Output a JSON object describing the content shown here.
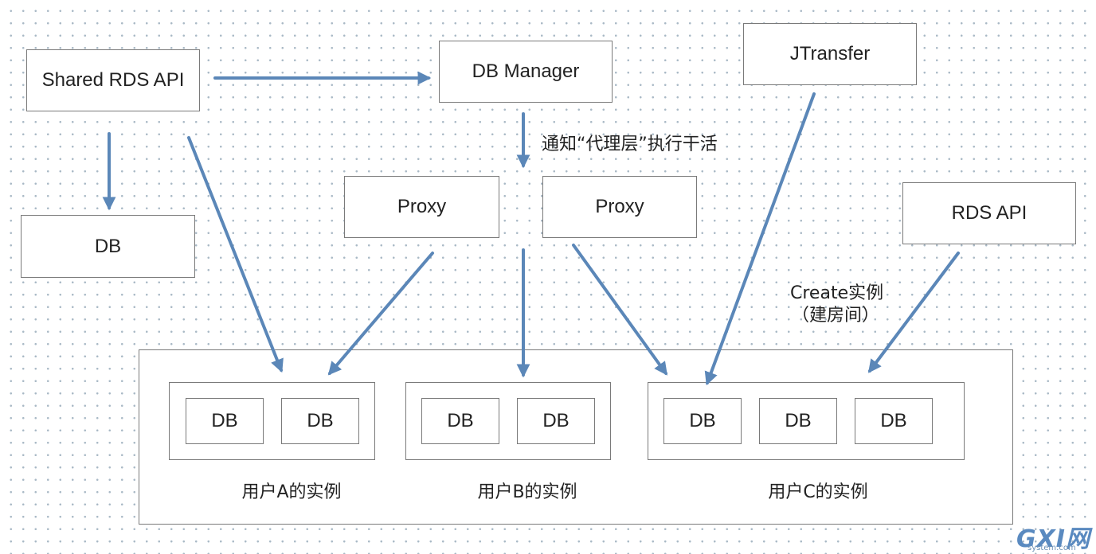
{
  "nodes": {
    "shared_rds_api": "Shared RDS API",
    "db_manager": "DB Manager",
    "jtransfer": "JTransfer",
    "shared_db": "DB",
    "proxy_1": "Proxy",
    "proxy_2": "Proxy",
    "rds_api": "RDS API"
  },
  "annotations": {
    "notify_proxy": "通知“代理层”执行干活",
    "create_instance_line1": "Create实例",
    "create_instance_line2": "（建房间）"
  },
  "instances": [
    {
      "label": "用户A的实例",
      "dbs": [
        "DB",
        "DB"
      ]
    },
    {
      "label": "用户B的实例",
      "dbs": [
        "DB",
        "DB"
      ]
    },
    {
      "label": "用户C的实例",
      "dbs": [
        "DB",
        "DB",
        "DB"
      ]
    }
  ],
  "watermark": {
    "main": "GXI网",
    "sub": "system.com"
  },
  "colors": {
    "arrow": "#5b87b8",
    "border": "#7a7a7a",
    "dot_grid": "#a9b9c6"
  }
}
